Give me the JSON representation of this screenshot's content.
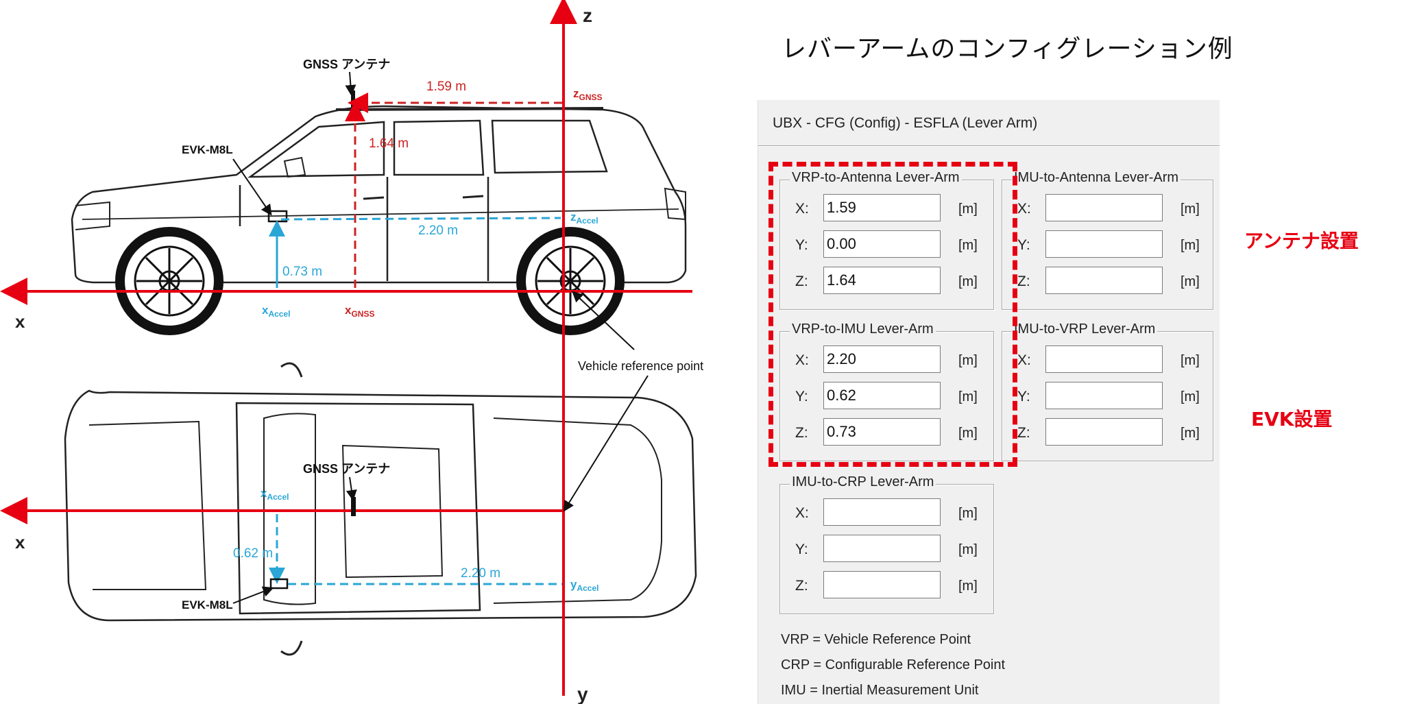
{
  "page_title": "レバーアームのコンフィグレーション例",
  "notes": {
    "antenna": "アンテナ設置",
    "evk": "EVK設置"
  },
  "diagram": {
    "axis_z": "z",
    "axis_x_side": "x",
    "axis_x_top": "x",
    "axis_y": "y",
    "gnss_label_side": "GNSS アンテナ",
    "gnss_label_top": "GNSS アンテナ",
    "evk_label_side": "EVK-M8L",
    "evk_label_top": "EVK-M8L",
    "dim_159": "1.59 m",
    "dim_164": "1.64 m",
    "dim_220_side": "2.20 m",
    "dim_073": "0.73 m",
    "dim_062": "0.62 m",
    "dim_220_top": "2.20 m",
    "z_gnss": {
      "main": "z",
      "sub": "GNSS"
    },
    "z_accel": {
      "main": "z",
      "sub": "Accel"
    },
    "x_accel_side": {
      "main": "x",
      "sub": "Accel"
    },
    "x_gnss": {
      "main": "x",
      "sub": "GNSS"
    },
    "x_accel_top": {
      "main": "x",
      "sub": "Accel"
    },
    "y_accel": {
      "main": "y",
      "sub": "Accel"
    },
    "vehicle_reference_point": "Vehicle reference point"
  },
  "dialog": {
    "title": "UBX - CFG (Config) - ESFLA (Lever Arm)",
    "unit": "[m]",
    "groups": {
      "vrp_antenna": {
        "title": "VRP-to-Antenna Lever-Arm",
        "rows": [
          {
            "label": "X:",
            "value": "1.59"
          },
          {
            "label": "Y:",
            "value": "0.00"
          },
          {
            "label": "Z:",
            "value": "1.64"
          }
        ]
      },
      "imu_antenna": {
        "title": "IMU-to-Antenna Lever-Arm",
        "rows": [
          {
            "label": "X:",
            "value": ""
          },
          {
            "label": "Y:",
            "value": ""
          },
          {
            "label": "Z:",
            "value": ""
          }
        ]
      },
      "vrp_imu": {
        "title": "VRP-to-IMU Lever-Arm",
        "rows": [
          {
            "label": "X:",
            "value": "2.20"
          },
          {
            "label": "Y:",
            "value": "0.62"
          },
          {
            "label": "Z:",
            "value": "0.73"
          }
        ]
      },
      "imu_vrp": {
        "title": "IMU-to-VRP Lever-Arm",
        "rows": [
          {
            "label": "X:",
            "value": ""
          },
          {
            "label": "Y:",
            "value": ""
          },
          {
            "label": "Z:",
            "value": ""
          }
        ]
      },
      "imu_crp": {
        "title": "IMU-to-CRP Lever-Arm",
        "rows": [
          {
            "label": "X:",
            "value": ""
          },
          {
            "label": "Y:",
            "value": ""
          },
          {
            "label": "Z:",
            "value": ""
          }
        ]
      }
    },
    "legend": [
      "VRP = Vehicle Reference Point",
      "CRP = Configurable Reference Point",
      "IMU = Inertial Measurement Unit"
    ]
  },
  "colors": {
    "red": "#e60012",
    "cyan": "#2aa6d6",
    "dark_red": "#cc2222"
  }
}
